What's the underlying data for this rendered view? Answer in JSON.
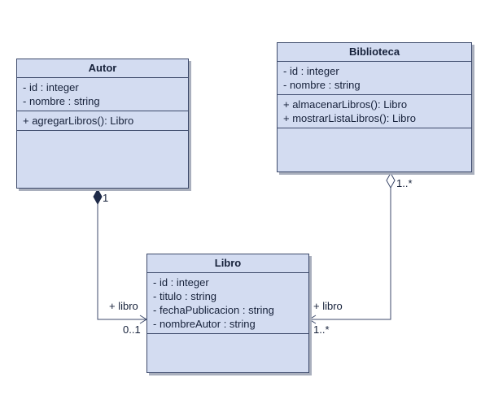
{
  "classes": {
    "autor": {
      "name": "Autor",
      "attributes": [
        "- id : integer",
        "- nombre : string"
      ],
      "operations": [
        "+ agregarLibros(): Libro"
      ]
    },
    "biblioteca": {
      "name": "Biblioteca",
      "attributes": [
        "- id : integer",
        "- nombre : string"
      ],
      "operations": [
        "+ almacenarLibros(): Libro",
        "+ mostrarListaLibros(): Libro"
      ]
    },
    "libro": {
      "name": "Libro",
      "attributes": [
        "- id : integer",
        "- titulo : string",
        "- fechaPublicacion : string",
        "- nombreAutor : string"
      ],
      "operations": []
    }
  },
  "associations": {
    "autor_libro": {
      "source_multiplicity": "1",
      "target_role": "+ libro",
      "target_multiplicity": "0..1"
    },
    "biblioteca_libro": {
      "source_multiplicity": "1..*",
      "target_role": "+ libro",
      "target_multiplicity": "1..*"
    }
  }
}
